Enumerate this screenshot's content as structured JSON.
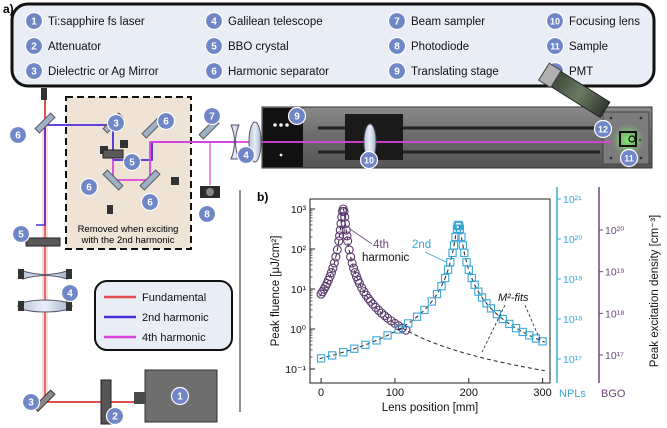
{
  "panel_a_label": "a)",
  "panel_b_label": "b)",
  "legend_items": [
    {
      "num": "1",
      "text": "Ti:sapphire fs laser"
    },
    {
      "num": "2",
      "text": "Attenuator"
    },
    {
      "num": "3",
      "text": "Dielectric or Ag Mirror"
    },
    {
      "num": "4",
      "text": "Galilean telescope"
    },
    {
      "num": "5",
      "text": "BBO crystal"
    },
    {
      "num": "6",
      "text": "Harmonic separator"
    },
    {
      "num": "7",
      "text": "Beam sampler"
    },
    {
      "num": "8",
      "text": "Photodiode"
    },
    {
      "num": "9",
      "text": "Translating stage"
    },
    {
      "num": "10",
      "text": "Focusing lens"
    },
    {
      "num": "11",
      "text": "Sample"
    },
    {
      "num": "12",
      "text": "PMT"
    }
  ],
  "removed_box_text": [
    "Removed when exciting",
    "with the 2nd harmonic"
  ],
  "beam_legend": [
    {
      "label": "Fundamental",
      "color": "#e05050"
    },
    {
      "label": "2nd harmonic",
      "color": "#4b2bd6"
    },
    {
      "label": "4th harmonic",
      "color": "#dd44dd"
    }
  ],
  "chart_data": {
    "type": "scatter",
    "xlabel": "Lens position [mm]",
    "ylabel": "Peak fluence [μJ/cm²]",
    "y2label": "Peak excitation density [cm⁻³]",
    "xlim": [
      -15,
      310
    ],
    "ylim_log10": [
      -1.35,
      3.25
    ],
    "x_ticks": [
      0,
      100,
      200,
      300
    ],
    "y_ticks": [
      "10⁻¹",
      "10⁰",
      "10¹",
      "10²",
      "10³"
    ],
    "y_tick_exps": [
      -1,
      0,
      1,
      2,
      3
    ],
    "nps_axis_label": "NPLs",
    "nps_ticks": [
      "10¹⁷",
      "10¹⁸",
      "10¹⁹",
      "10²⁰",
      "10²¹"
    ],
    "bgo_axis_label": "BGO",
    "bgo_ticks": [
      "10¹⁷",
      "10¹⁸",
      "10¹⁹",
      "10²⁰"
    ],
    "annotations": {
      "fourth": [
        "4th",
        "harmonic"
      ],
      "second": "2nd",
      "fits": "M²-fits"
    },
    "series": [
      {
        "name": "4th harmonic",
        "color": "#5e3b6f",
        "marker": "circle",
        "z_mm": 30,
        "zr_mm": 2.6,
        "peak": 1000,
        "x": [
          0,
          2,
          4,
          6,
          8,
          10,
          12,
          14,
          16,
          18,
          20,
          22,
          24,
          25,
          26,
          27,
          28,
          29,
          30,
          31,
          32,
          33,
          34,
          35,
          36,
          38,
          40,
          42,
          44,
          46,
          48,
          50,
          52,
          55,
          58,
          61,
          64,
          67,
          70,
          74,
          78,
          82,
          86,
          90,
          95,
          100,
          105,
          110,
          115
        ]
      },
      {
        "name": "2nd harmonic",
        "color": "#3ba7d8",
        "marker": "square",
        "z_mm": 186,
        "zr_mm": 4.0,
        "peak": 400,
        "x": [
          0,
          15,
          30,
          45,
          60,
          75,
          90,
          105,
          118,
          130,
          140,
          150,
          157,
          163,
          168,
          172,
          175,
          178,
          180,
          182,
          184,
          185,
          186,
          187,
          188,
          190,
          192,
          194,
          197,
          200,
          204,
          208,
          213,
          218,
          224,
          230,
          238,
          246,
          255,
          264,
          273,
          282,
          291,
          300
        ]
      }
    ]
  }
}
